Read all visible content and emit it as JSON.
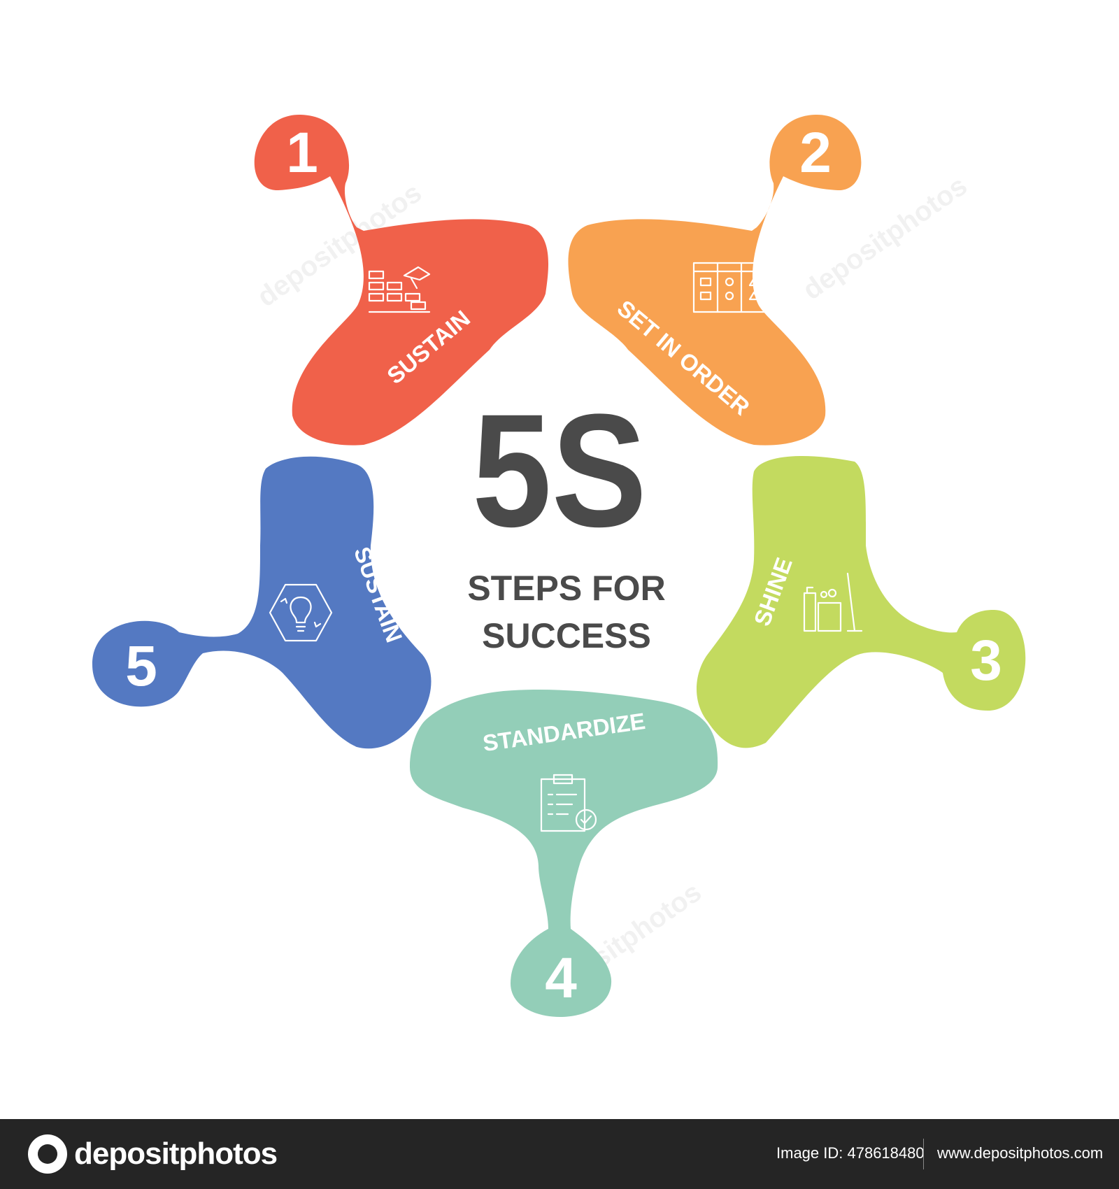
{
  "diagram": {
    "center_title": "5S",
    "center_subtitle_line1": "STEPS FOR",
    "center_subtitle_line2": "SUCCESS",
    "steps": [
      {
        "number": "1",
        "label": "SUSTAIN",
        "color": "#F0614A",
        "icon": "sorting-blocks-hand-icon"
      },
      {
        "number": "2",
        "label": "SET IN ORDER",
        "color": "#F8A251",
        "icon": "organizer-board-icon"
      },
      {
        "number": "3",
        "label": "SHINE",
        "color": "#C3DA5F",
        "icon": "cleaning-supplies-icon"
      },
      {
        "number": "4",
        "label": "STANDARDIZE",
        "color": "#93CEB8",
        "icon": "checklist-clipboard-icon"
      },
      {
        "number": "5",
        "label": "SUSTAIN",
        "color": "#5479C2",
        "icon": "lightbulb-cycle-icon"
      }
    ],
    "text_color_center": "#4A4A4A"
  },
  "footer": {
    "logo_text": "depositphotos",
    "image_id": "Image ID: 478618480",
    "site": "www.depositphotos.com"
  },
  "watermark": {
    "text": "depositphotos"
  }
}
